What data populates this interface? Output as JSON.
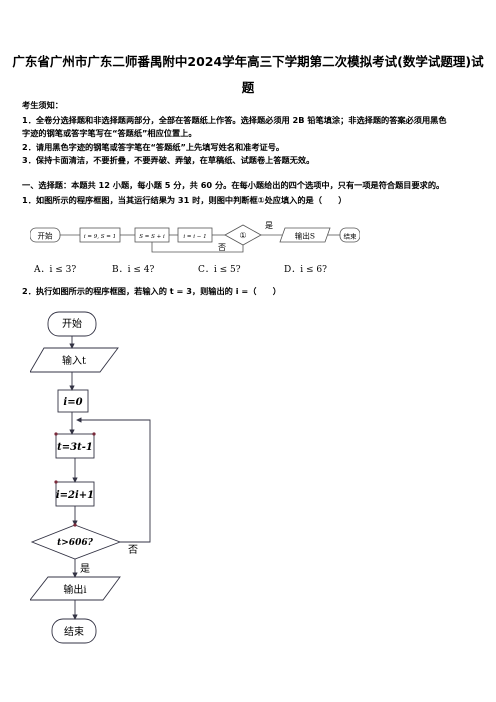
{
  "title": {
    "line1": "广东省广州市广东二师番禺附中2024学年高三下学期第二次模拟考试(数学试题理)试",
    "line2": "题"
  },
  "notice": {
    "heading": "考生须知：",
    "items": [
      "1．全卷分选择题和非选择题两部分，全部在答题纸上作答。选择题必须用 2B 铅笔填涂；非选择题的答案必须用黑色",
      "字迹的钢笔或答字笔写在“答题纸”相应位置上。",
      "2．请用黑色字迹的钢笔或答字笔在“答题纸”上先填写姓名和准考证号。",
      "3．保持卡面清洁，不要折叠，不要弄破、弄皱，在草稿纸、试题卷上答题无效。"
    ]
  },
  "section": "一、选择题：本题共 12 小题，每小题 5 分，共 60 分。在每小题给出的四个选项中，只有一项是符合题目要求的。",
  "q1": {
    "stem": "1．如图所示的程序框图，当其运行结果为 31 时，则图中判断框①处应填入的是（　　）",
    "flow": {
      "start": "开始",
      "init": "i = 9, S = 1",
      "step1": "S = S + i",
      "step2": "i = i − 1",
      "cond": "①",
      "yes": "是",
      "no": "否",
      "output": "输出S",
      "end": "结束"
    },
    "options": [
      "A．i ≤ 3?",
      "B．i ≤ 4?",
      "C．i ≤ 5?",
      "D．i ≤ 6?"
    ]
  },
  "q2": {
    "stem": "2．执行如图所示的程序框图，若输入的 t = 3，则输出的 i =（　　）",
    "flow": {
      "start": "开始",
      "input": "输入t",
      "init": "i=0",
      "step1": "t=3t-1",
      "step2": "i=2i+1",
      "cond": "t>606?",
      "yes": "是",
      "no": "否",
      "output": "输出i",
      "end": "结束"
    }
  }
}
